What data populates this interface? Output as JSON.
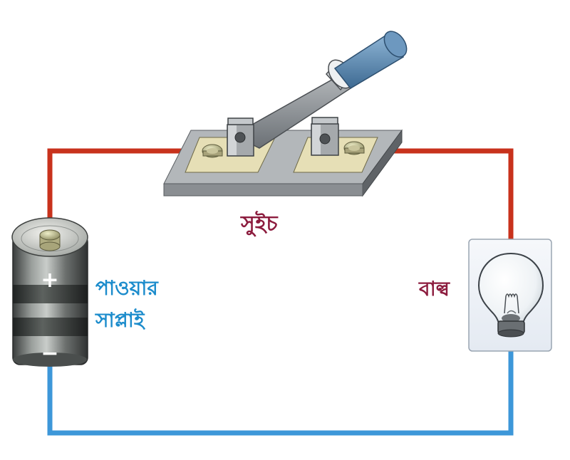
{
  "labels": {
    "switch": "সুইচ",
    "bulb": "বাল্ব",
    "power_supply_line1": "পাওয়ার",
    "power_supply_line2": "সাপ্লাই"
  },
  "battery": {
    "positive_sign": "+",
    "negative_sign": "−"
  },
  "colors": {
    "positive_wire": "#c8321c",
    "negative_wire": "#3d97d9",
    "switch_label": "#8c1c3e",
    "bulb_label": "#8c1c3e",
    "supply_label": "#1c8ccc",
    "switch_base": "#8a8e92",
    "switch_pad": "#e6dfb6",
    "handle_grip": "#5b87ad"
  }
}
